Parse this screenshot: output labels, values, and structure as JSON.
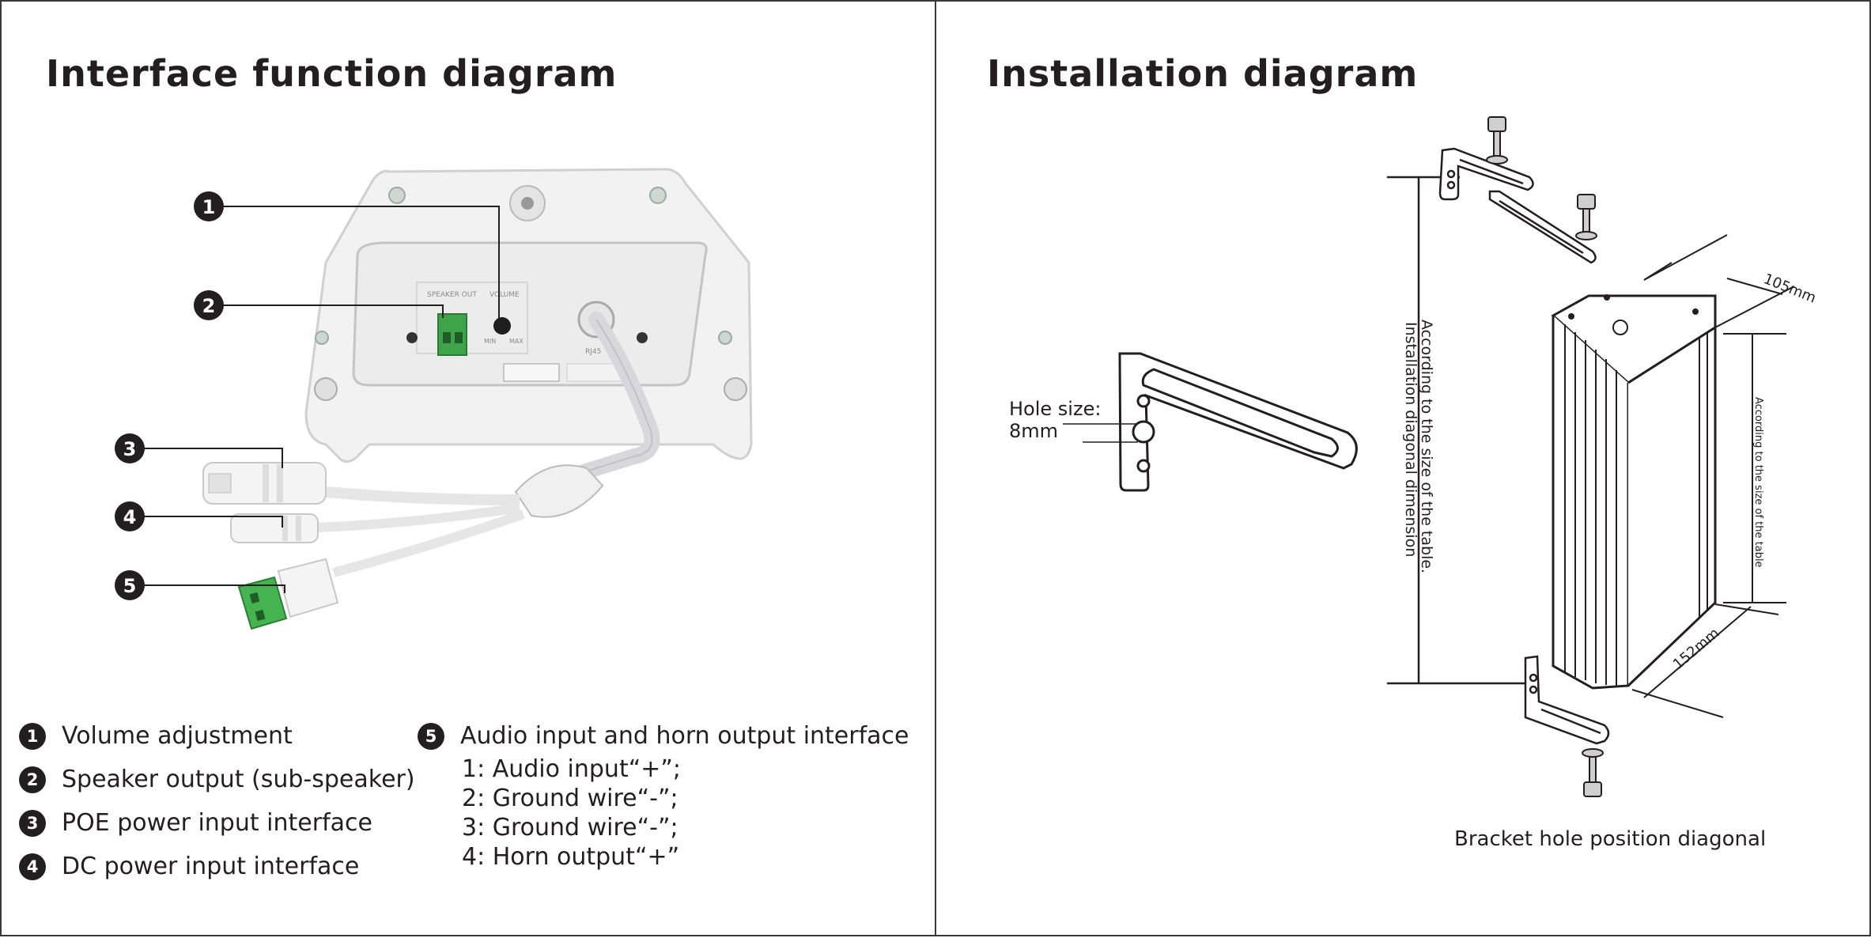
{
  "interface": {
    "title": "Interface function diagram",
    "callouts": [
      "1",
      "2",
      "3",
      "4",
      "5"
    ],
    "legend": [
      {
        "num": "1",
        "label": "Volume adjustment"
      },
      {
        "num": "2",
        "label": "Speaker output (sub-speaker)"
      },
      {
        "num": "3",
        "label": "POE power input interface"
      },
      {
        "num": "4",
        "label": "DC power input interface"
      }
    ],
    "legend_5": {
      "num": "5",
      "label": "Audio input and horn output interface",
      "pins": [
        "1:  Audio input“+”;",
        "2:  Ground wire“-”;",
        "3:  Ground wire“-”;",
        "4:  Horn output“+”"
      ]
    },
    "device_labels": {
      "speaker_out": "SPEAKER OUT",
      "volume": "VOLUME",
      "min": "MIN",
      "max": "MAX",
      "rj45": "RJ45"
    }
  },
  "installation": {
    "title": "Installation diagram",
    "hole_size_label": "Hole size:",
    "hole_size_value": "8mm",
    "vertical_note_1": "According to the size of the table.",
    "vertical_note_2": "Installation diagonal dimension",
    "side_note": "According to the size of the table",
    "dim_top": "105mm",
    "dim_bottom": "152mm",
    "caption": "Bracket hole position diagonal"
  }
}
